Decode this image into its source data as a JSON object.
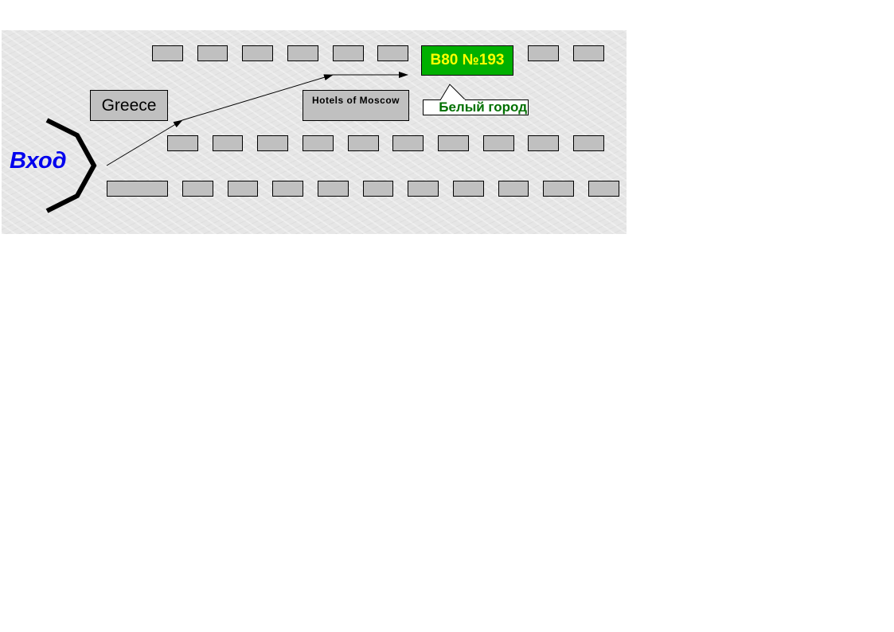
{
  "entrance_label": "Вход",
  "greece_label": "Greece",
  "hotels_label": "Hotels of Moscow",
  "target_booth_label": "B80 №193",
  "callout_label": "Белый город",
  "colors": {
    "booth": "#c0c0c0",
    "target": "#00b000",
    "target_text": "#ffff00",
    "callout_text": "#007000",
    "entrance_text": "#0000ee"
  },
  "rows": {
    "top_row_booths": 8,
    "middle_row_booths": 10,
    "bottom_row_booths": 11
  }
}
